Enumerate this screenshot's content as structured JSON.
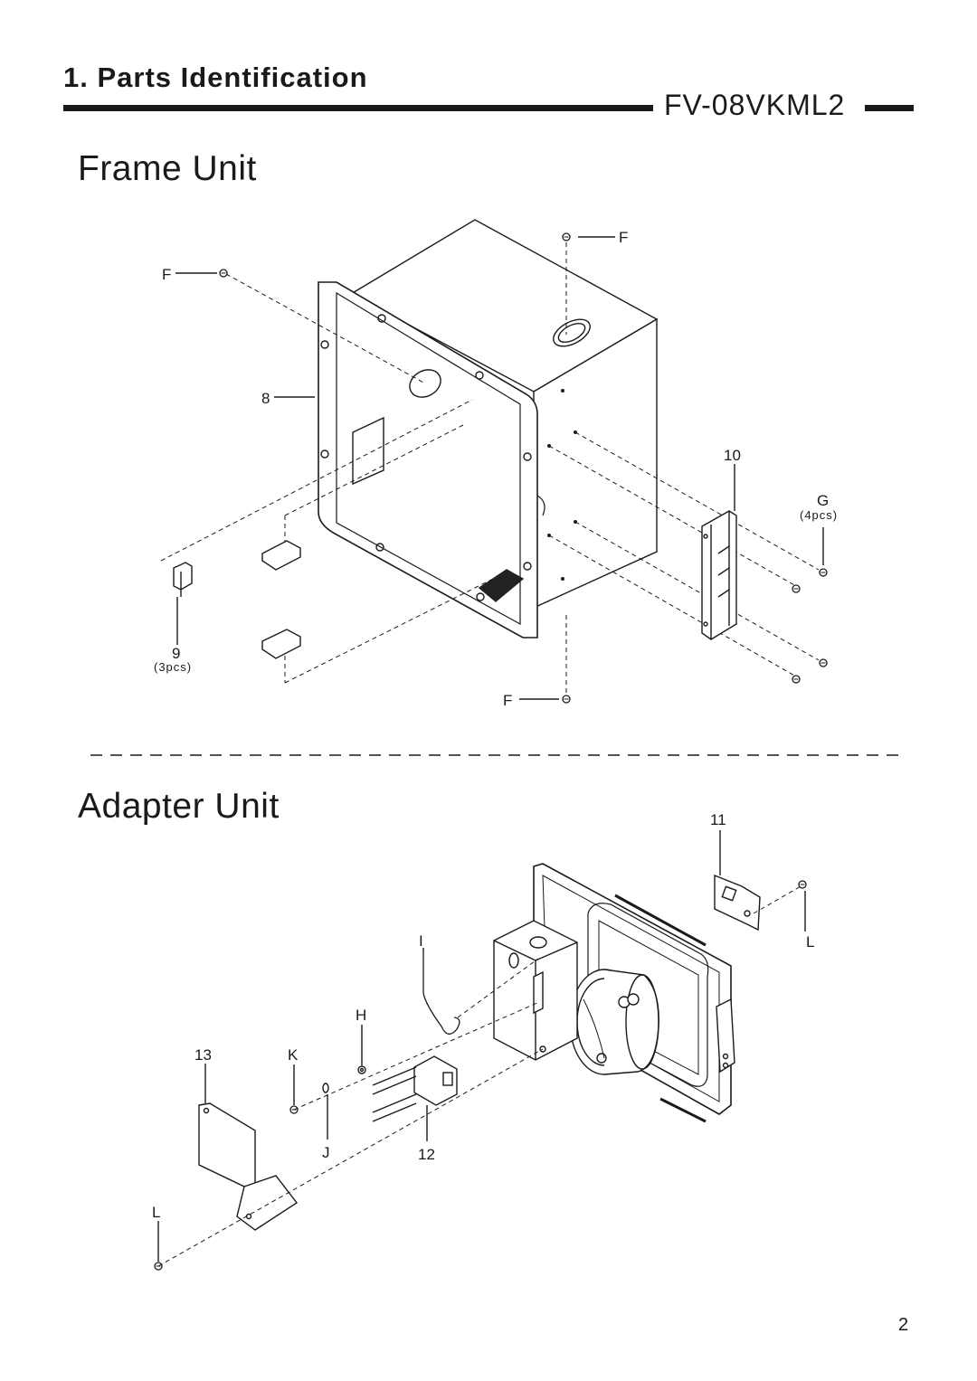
{
  "header": {
    "section_title": "1. Parts Identification",
    "model": "FV-08VKML2"
  },
  "frame_unit": {
    "title": "Frame Unit",
    "callouts": {
      "f_top": "F",
      "f_left": "F",
      "f_bottom": "F",
      "part_8": "8",
      "part_9": "9",
      "part_9_qty": "(3pcs)",
      "part_10": "10",
      "part_g": "G",
      "part_g_qty": "(4pcs)"
    }
  },
  "adapter_unit": {
    "title": "Adapter Unit",
    "callouts": {
      "part_11": "11",
      "l_top": "L",
      "part_i": "I",
      "part_h": "H",
      "part_13": "13",
      "part_k": "K",
      "part_j": "J",
      "part_12": "12",
      "l_bottom": "L"
    }
  },
  "page_number": "2"
}
